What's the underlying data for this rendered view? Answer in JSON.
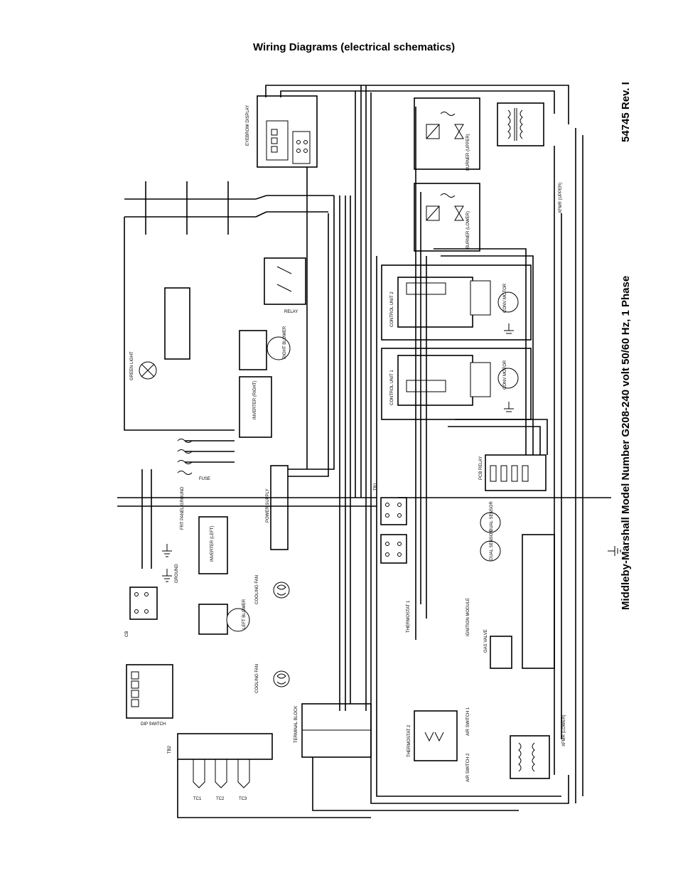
{
  "header": {
    "title": "Wiring Diagrams (electrical schematics)"
  },
  "side": {
    "model": "Middleby-Marshall Model Number G208-240 volt 50/60 Hz, 1 Phase",
    "revision": "54745 Rev. I"
  },
  "components": {
    "eyebrow_display": "EYEBROW DISPLAY",
    "power_supply": "POWER SUPPLY",
    "inverter_left": "INVERTER (LEFT)",
    "inverter_right": "INVERTER (RIGHT)",
    "control_unit_1": "CONTROL UNIT 1",
    "control_unit_2": "CONTROL UNIT 2",
    "left_blower": "LEFT BLOWER",
    "right_blower": "RIGHT BLOWER",
    "conv_motor": "CONV MOTOR",
    "cooling_fan_1": "COOLING FAN",
    "cooling_fan_2": "COOLING FAN",
    "ignition_module": "IGNITION MODULE",
    "gas_valve": "GAS VALVE",
    "dual_sensor_1": "DUAL SENSOR",
    "dual_sensor_2": "DUAL SENSOR",
    "pcb_relay": "PCB RELAY",
    "relay": "RELAY",
    "terminal_block": "TERMINAL BLOCK",
    "dip_switch": "DIP SWITCH",
    "xfmr_lower": "XFMR (LOWER)",
    "xfmr_upper": "XFMR (UPPER)",
    "burner_lower": "BURNER (LOWER)",
    "burner_upper": "BURNER (UPPER)",
    "fuse": "FUSE",
    "tb1": "TB1",
    "tb2": "TB2",
    "tc1": "TC1",
    "tc2": "TC2",
    "tc3": "TC3",
    "green_light": "GREEN LIGHT",
    "ground": "GROUND",
    "frt_panel_gnd": "FRT PANEL GROUND",
    "conv_motor_2": "CONV MOTOR",
    "air_switch_1": "AIR SWITCH 1",
    "air_switch_2": "AIR SWITCH 2",
    "thermostat_1": "THERMOSTAT 1",
    "thermostat_2": "THERMOSTAT 2",
    "cb": "CB"
  }
}
